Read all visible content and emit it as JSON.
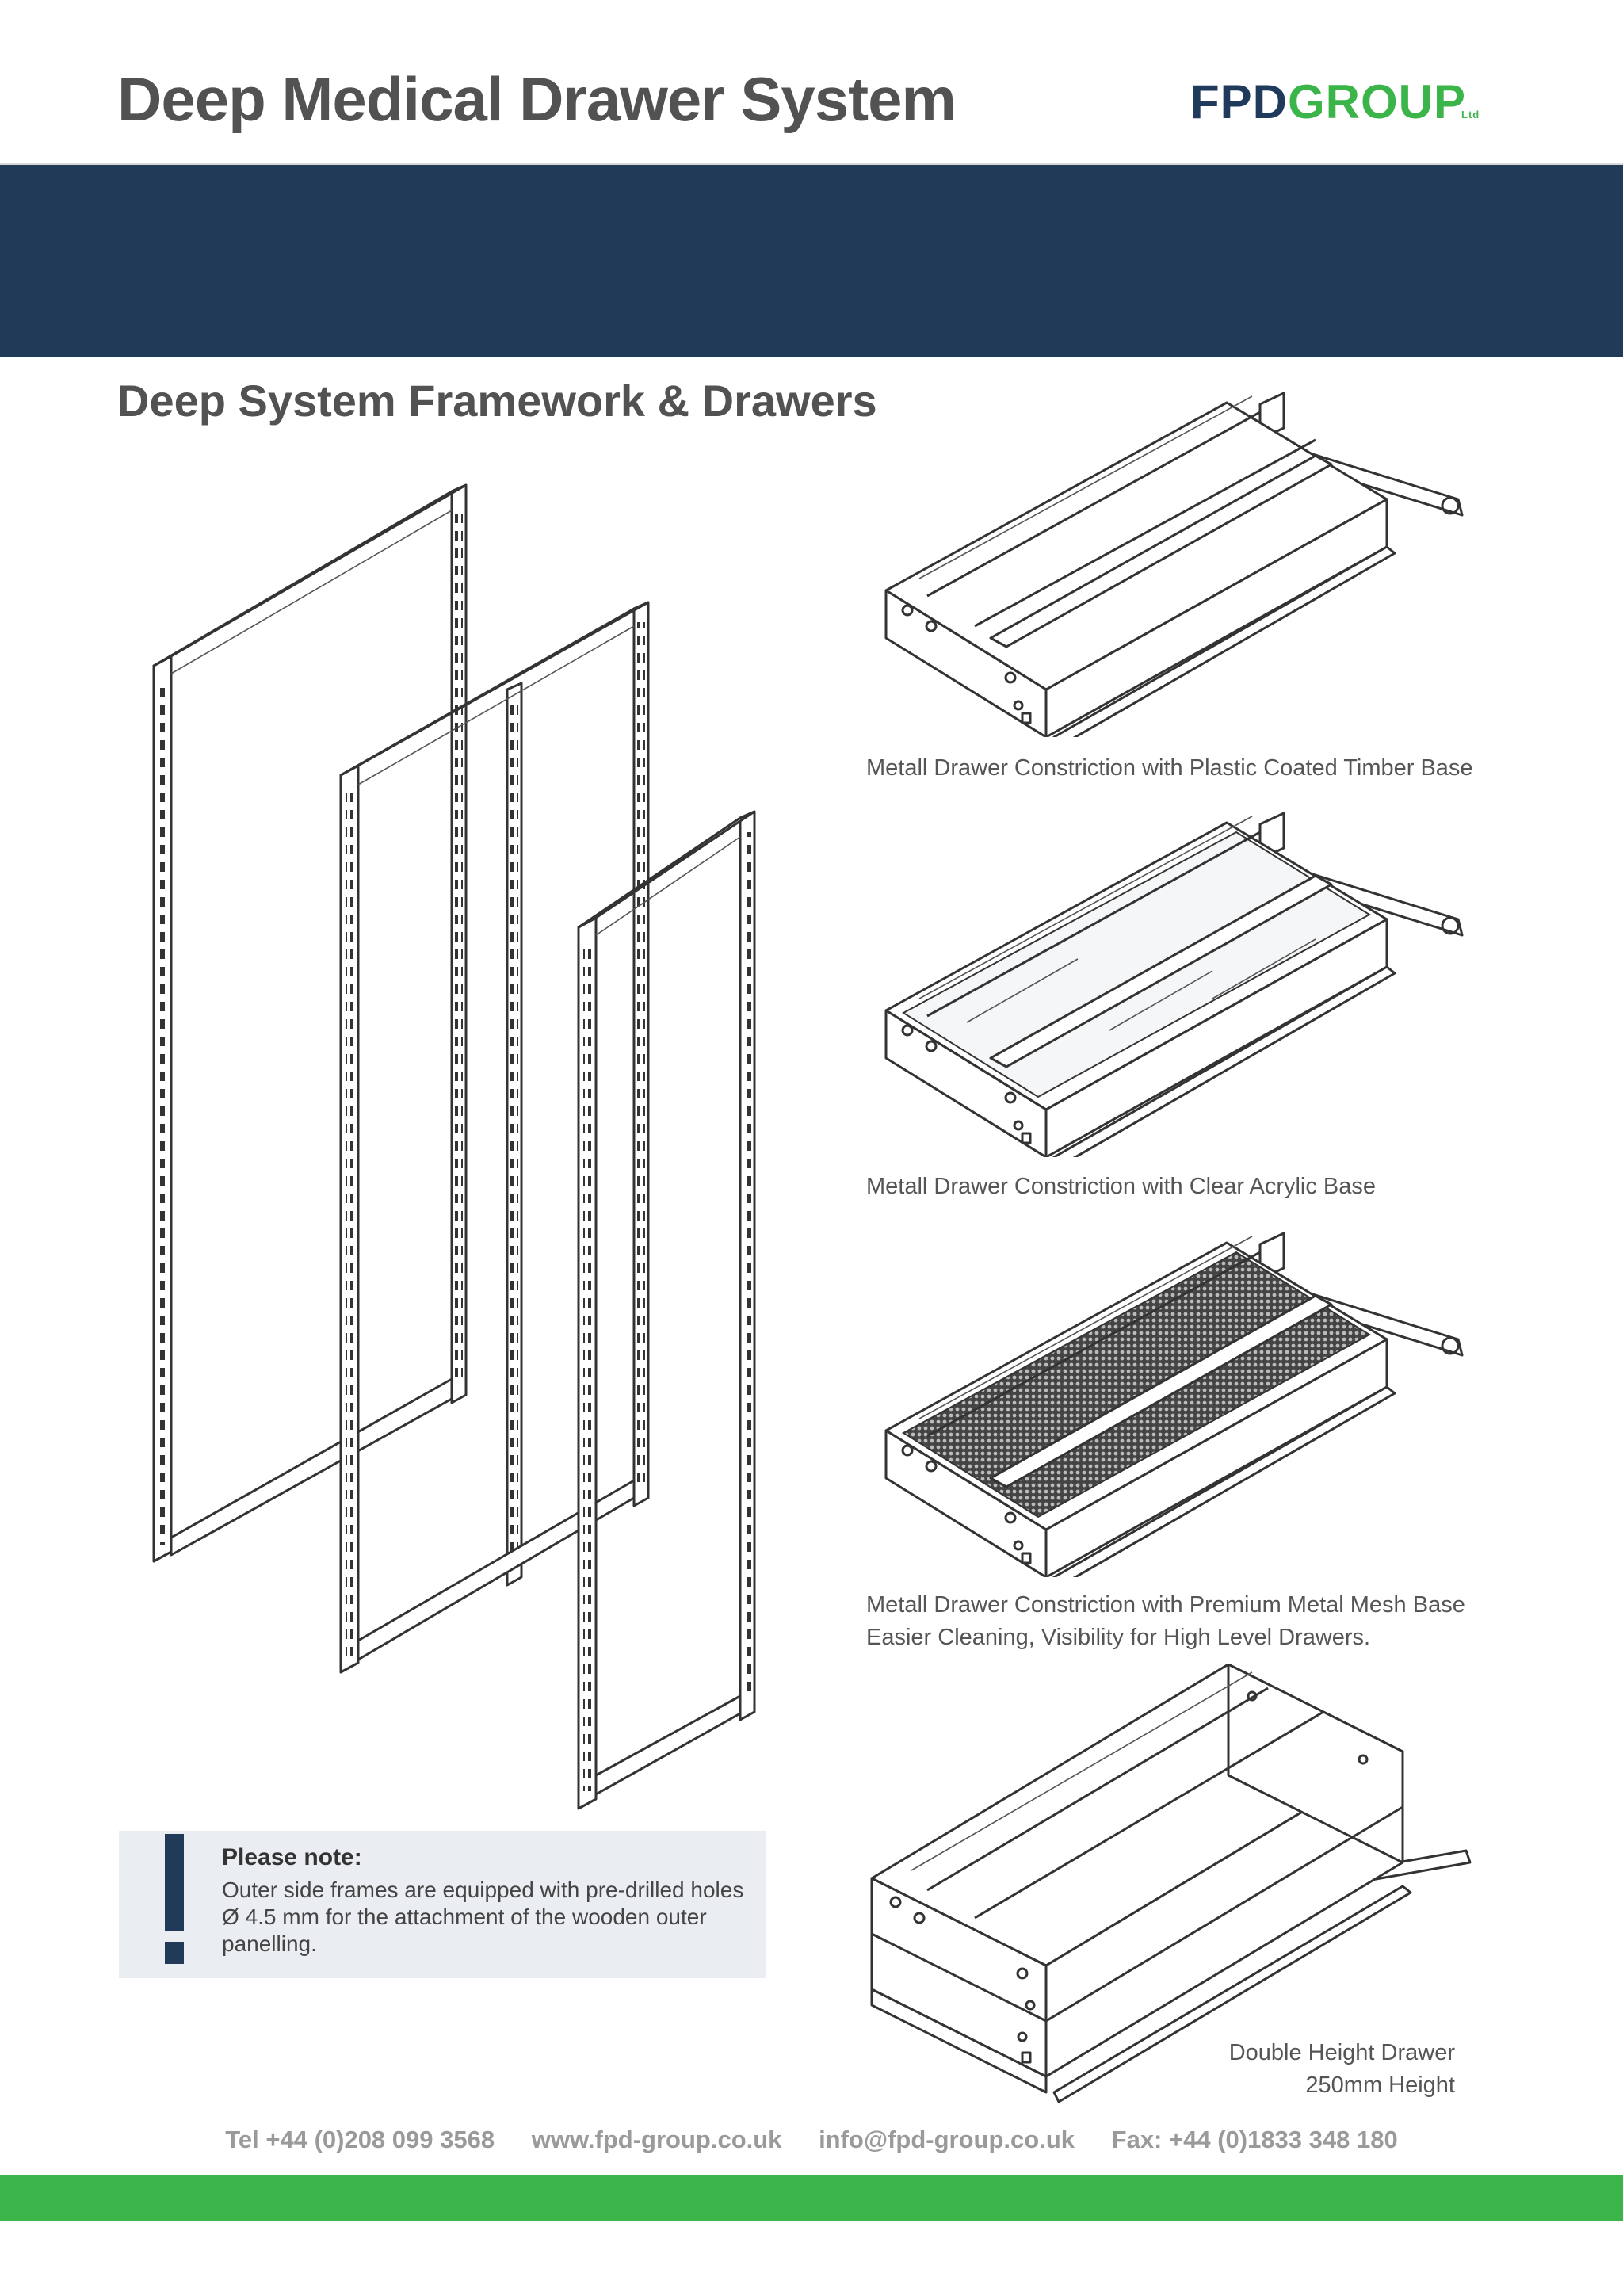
{
  "header": {
    "title": "Deep Medical Drawer System",
    "logo": {
      "part1": "FPD",
      "part2": "GROUP",
      "suffix": "Ltd"
    }
  },
  "section": {
    "title": "Deep System Framework & Drawers"
  },
  "drawers": [
    {
      "caption": "Metall Drawer Constriction with Plastic Coated Timber Base"
    },
    {
      "caption": "Metall Drawer Constriction with Clear Acrylic Base"
    },
    {
      "caption_line1": "Metall Drawer Constriction with Premium Metal Mesh Base",
      "caption_line2": "Easier Cleaning, Visibility for High Level Drawers."
    },
    {
      "caption_line1": "Double Height Drawer",
      "caption_line2": "250mm Height"
    }
  ],
  "note": {
    "title": "Please note:",
    "text": "Outer side frames are equipped with pre-drilled holes Ø 4.5 mm for the attachment of the wooden outer panelling."
  },
  "footer": {
    "tel": "Tel +44 (0)208 099 3568",
    "web": "www.fpd-group.co.uk",
    "email": "info@fpd-group.co.uk",
    "fax": "Fax: +44 (0)1833 348 180"
  },
  "colors": {
    "navy": "#213a58",
    "green": "#3bb54a",
    "heading_gray": "#525252"
  },
  "icons": [
    "exclamation-icon"
  ]
}
